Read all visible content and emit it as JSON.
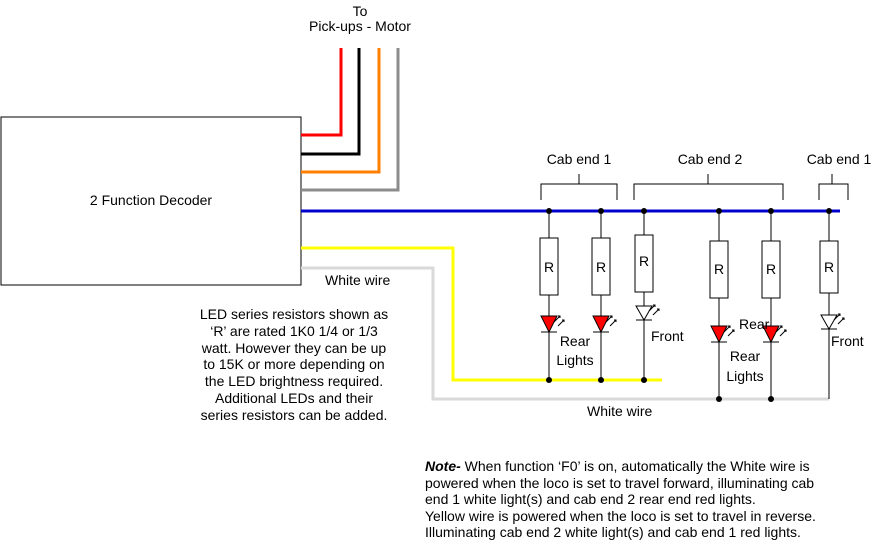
{
  "header": {
    "line1": "To",
    "line2": "Pick-ups - Motor"
  },
  "decoder": {
    "label": "2 Function Decoder"
  },
  "wires": {
    "white_label_top": "White wire",
    "white_label_bottom": "White wire",
    "colors": {
      "red": "#ff0000",
      "black": "#000000",
      "orange": "#ff7f00",
      "gray": "#8c8c8c",
      "blue": "#0000cc",
      "yellow": "#ffff00",
      "white_wire": "#d9d9d9"
    }
  },
  "groups": [
    {
      "label": "Cab end 1"
    },
    {
      "label": "Cab end 2"
    },
    {
      "label": "Cab end 1"
    }
  ],
  "resistor_label": "R",
  "led_labels": {
    "rear_lights_1_line1": "Rear",
    "rear_lights_1_line2": "Lights",
    "front_1": "Front",
    "rear_top": "Rear",
    "rear_lights_2_line1": "Rear",
    "rear_lights_2_line2": "Lights",
    "front_2": "Front"
  },
  "resistor_note": [
    "LED series resistors shown as",
    "‘R’ are rated 1K0 1/4 or 1/3",
    "watt. However they can be up",
    "to 15K or more depending on",
    "the LED brightness required.",
    "Additional LEDs and their",
    "series resistors can be added."
  ],
  "note": {
    "prefix": "Note-",
    "lines": [
      " When function ‘F0’ is on, automatically the White wire is",
      "powered when the loco is set to travel forward, illuminating cab",
      "end 1 white light(s) and cab end 2 rear end red lights.",
      "Yellow wire is powered when the loco is set to travel in reverse.",
      "Illuminating cab end 2 white light(s) and cab end 1 red lights."
    ]
  }
}
